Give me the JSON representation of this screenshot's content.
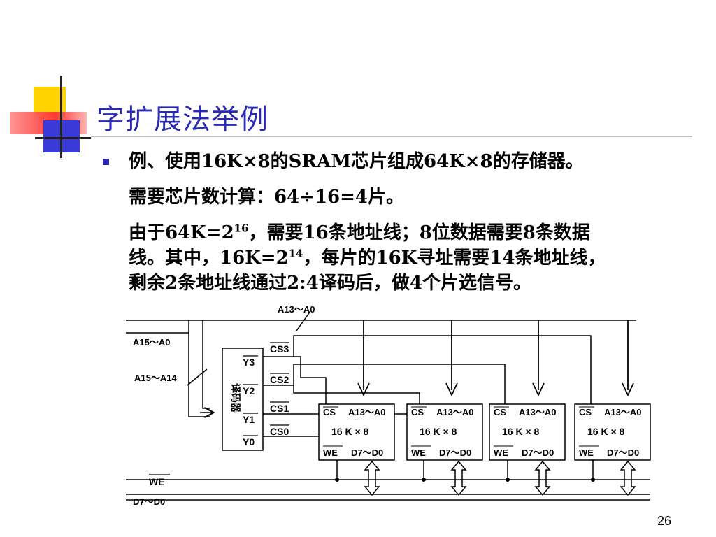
{
  "slide": {
    "title": "字扩展法举例",
    "page_number": "26",
    "body": {
      "l1": "例、使用16K×8的SRAM芯片组成64K×8的存储器。",
      "l2": "需要芯片数计算：64÷16=4片。",
      "l3a": "由于64K=2",
      "l3sup": "16",
      "l3b": "，需要16条地址线；8位数据需要8条数据",
      "l4a": "线。其中，16K=2",
      "l4sup": "14",
      "l4b": "，每片的16K寻址需要14条地址线，",
      "l5": "剩余2条地址线通过2:4译码后，做4个片选信号。"
    }
  },
  "diagram": {
    "top_bus": "A13～A0",
    "bus_a15_a0": "A15～A0",
    "bus_a15_a14": "A15～A14",
    "decoder": "译码器",
    "decoder_outputs": [
      "Y3",
      "Y2",
      "Y1",
      "Y0"
    ],
    "chip_selects": [
      "CS3",
      "CS2",
      "CS1",
      "CS0"
    ],
    "chip": {
      "cs": "CS",
      "addr": "A13～A0",
      "size": "16 K × 8",
      "we": "WE",
      "data": "D7～D0"
    },
    "we_line": "WE",
    "data_bus": "D7～D0"
  }
}
